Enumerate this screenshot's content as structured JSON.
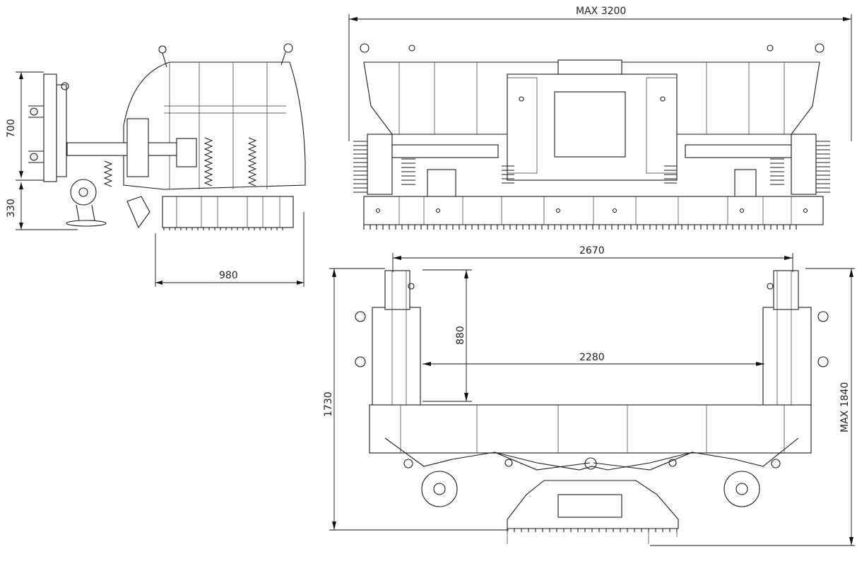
{
  "dimensions": {
    "max_width": "MAX  3200",
    "side_upper": "700",
    "side_lower": "330",
    "side_depth": "980",
    "top_outer_width": "2670",
    "top_inner_width": "2280",
    "top_arm_length": "880",
    "top_depth": "1730",
    "max_depth": "MAX  1840"
  }
}
